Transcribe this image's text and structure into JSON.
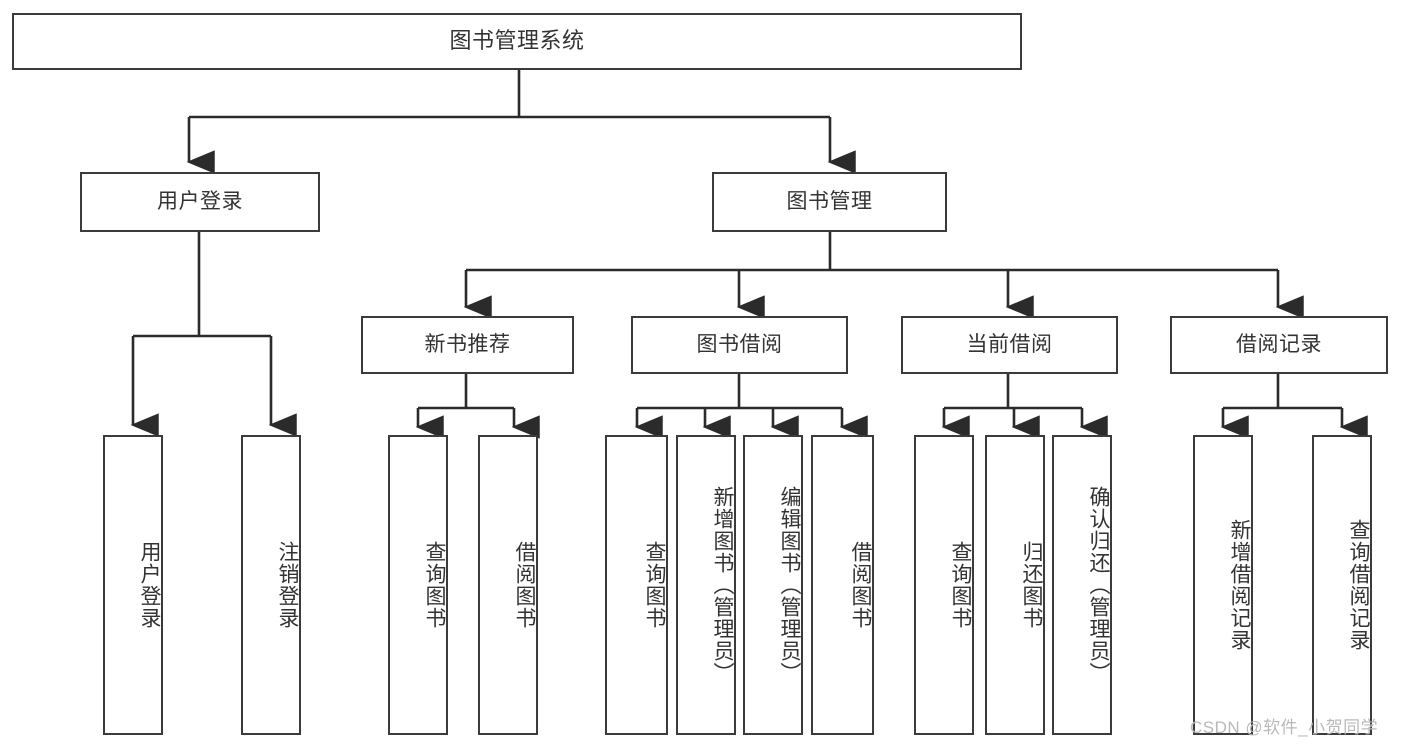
{
  "diagram": {
    "title": "图书管理系统",
    "type": "functional-structure-tree",
    "watermark": "CSDN @软件_小贺同学",
    "colors": {
      "box_border": "#3b3b3b",
      "box_fill": "#ffffff",
      "edge": "#2b2b2b",
      "text": "#333333",
      "watermark": "#b9b9b9",
      "background": "#ffffff"
    },
    "nodes": {
      "root": {
        "label": "图书管理系统"
      },
      "level2": [
        {
          "label": "用户登录"
        },
        {
          "label": "图书管理"
        }
      ],
      "level3": [
        {
          "label": "新书推荐"
        },
        {
          "label": "图书借阅"
        },
        {
          "label": "当前借阅"
        },
        {
          "label": "借阅记录"
        }
      ],
      "leaves": {
        "user_login": [
          {
            "label": "用户登录"
          },
          {
            "label": "注销登录"
          }
        ],
        "new_book_recommend": [
          {
            "label": "查询图书"
          },
          {
            "label": "借阅图书"
          }
        ],
        "book_borrow": [
          {
            "label": "查询图书"
          },
          {
            "label": "新增图书（管理员）"
          },
          {
            "label": "编辑图书（管理员）"
          },
          {
            "label": "借阅图书"
          }
        ],
        "current_borrow": [
          {
            "label": "查询图书"
          },
          {
            "label": "归还图书"
          },
          {
            "label": "确认归还（管理员）"
          }
        ],
        "borrow_record": [
          {
            "label": "新增借阅记录"
          },
          {
            "label": "查询借阅记录"
          }
        ]
      }
    }
  }
}
